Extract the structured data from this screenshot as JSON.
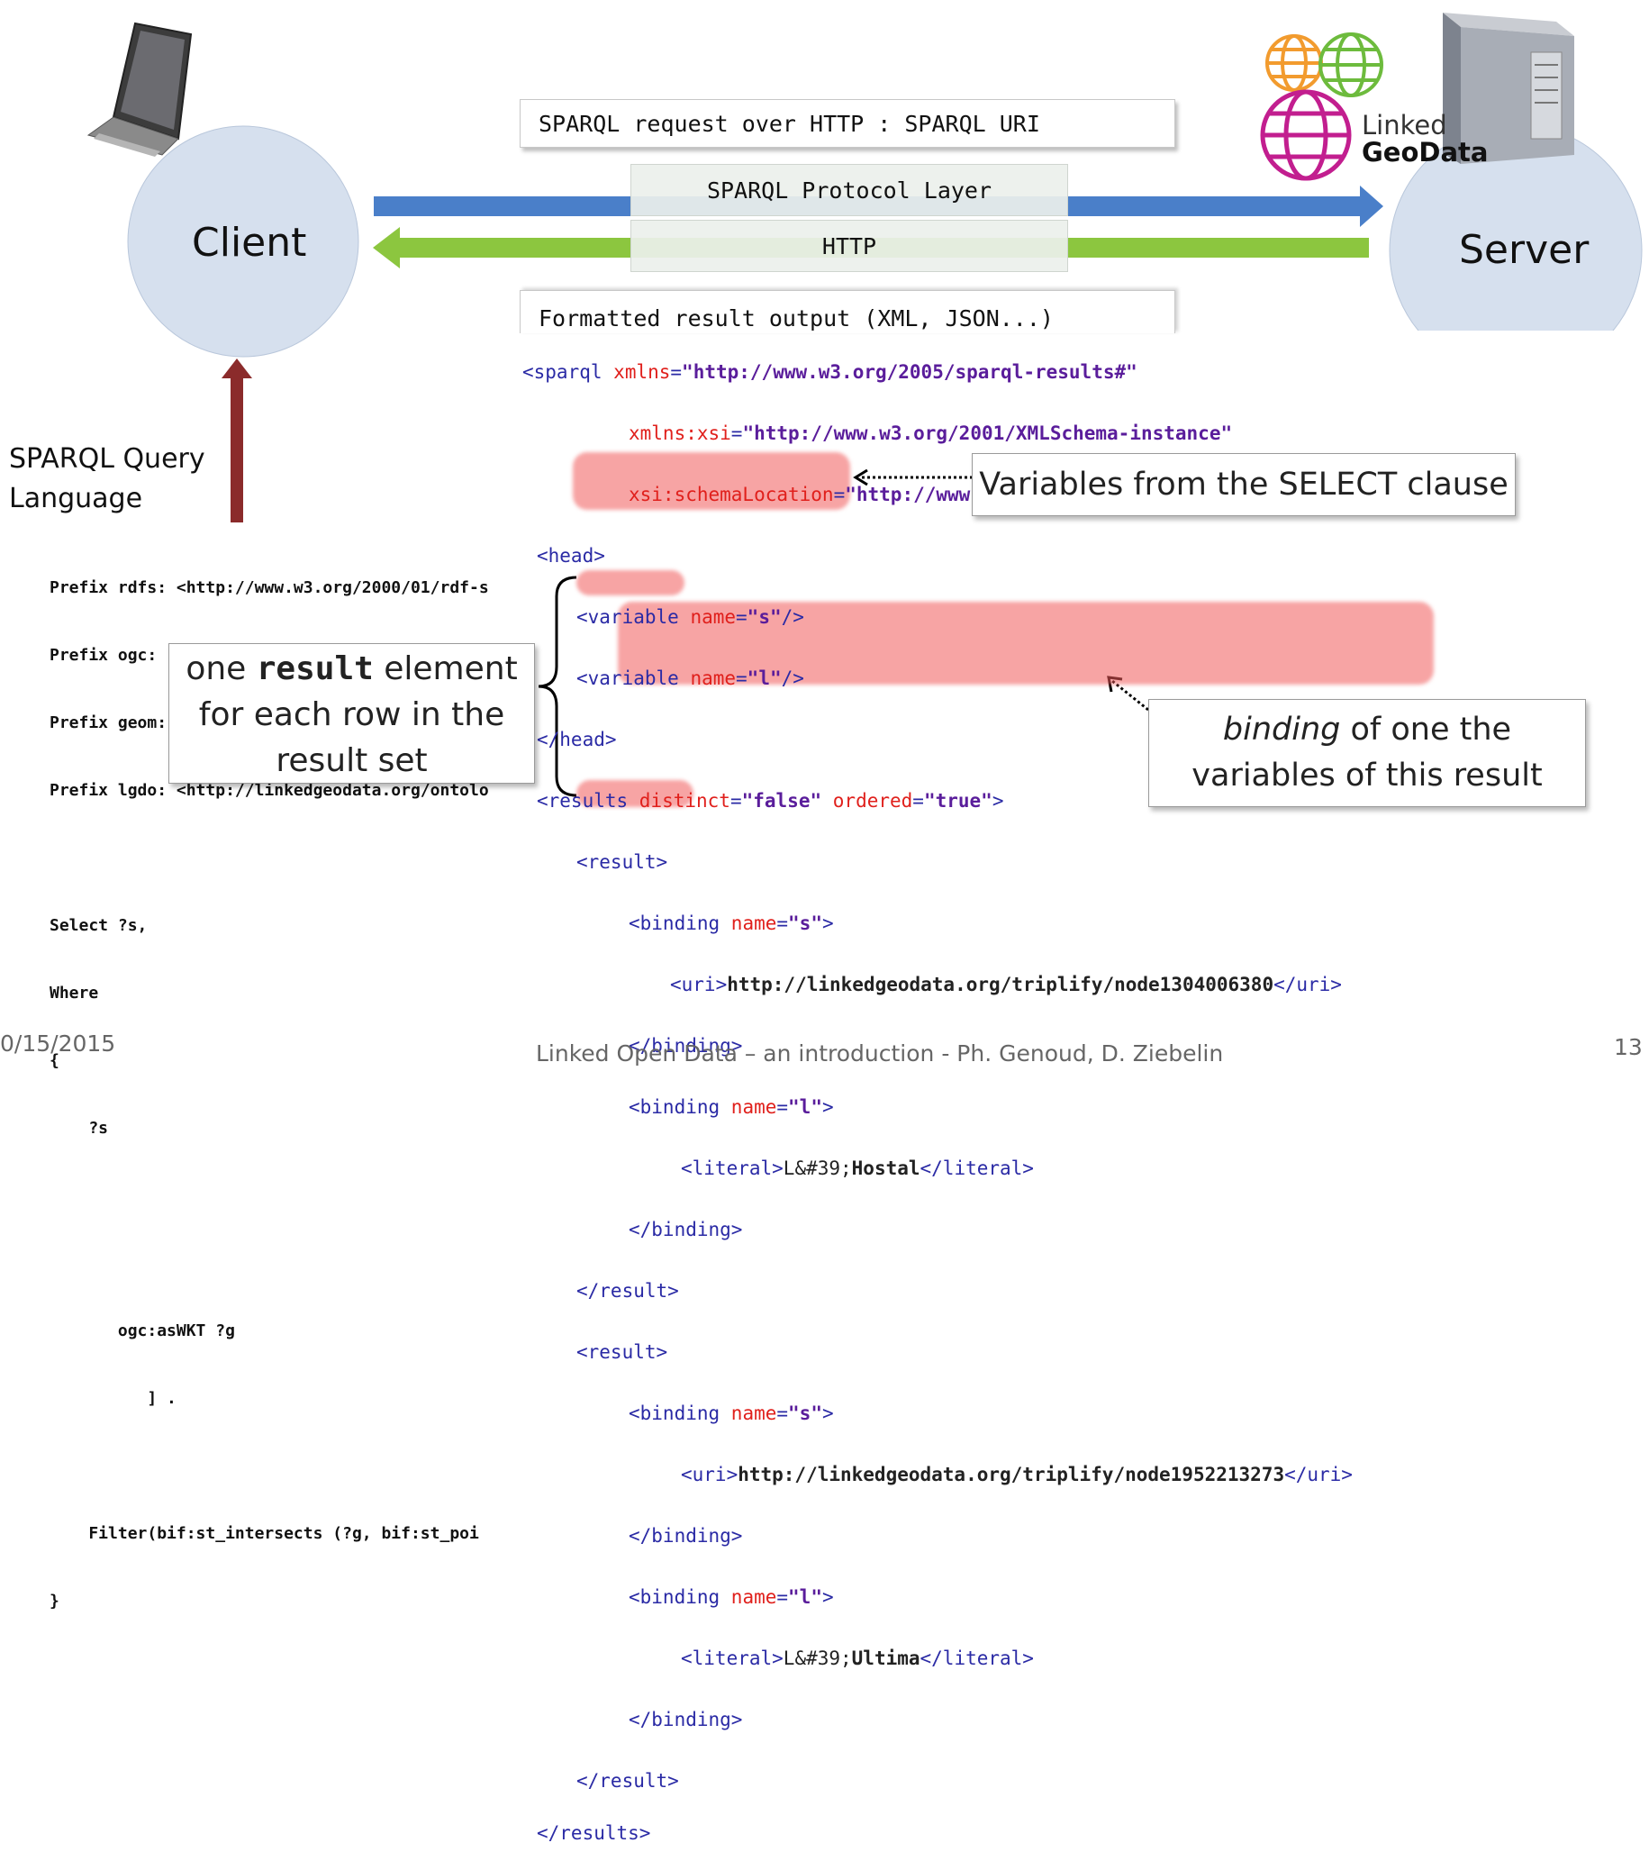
{
  "client": {
    "label": "Client"
  },
  "server": {
    "label": "Server"
  },
  "linkedgeodata_logo": {
    "line1": "Linked",
    "line2": "GeoData"
  },
  "request_box": {
    "text": "SPARQL request over HTTP : SPARQL URI"
  },
  "protocol_layer": {
    "text": "SPARQL Protocol Layer"
  },
  "http_layer": {
    "text": "HTTP"
  },
  "result_box": {
    "text": "Formatted result output (XML, JSON...)"
  },
  "query_language": {
    "line1": "SPARQL Query",
    "line2": "Language"
  },
  "query_code": [
    "Prefix rdfs: <http://www.w3.org/2000/01/rdf-s",
    "Prefix ogc:  <http://www.opengis.net/ont/geos",
    "Prefix geom: <http://geovocab.org/geometry#>",
    "Prefix lgdo: <http://linkedgeodata.org/ontolo",
    "",
    "Select ?s, ",
    "Where",
    "{",
    "    ?s    ",
    "",
    "",
    "       ogc:asWKT ?g",
    "          ] .",
    "",
    "    Filter(bif:st_intersects (?g, bif:st_poi",
    "}"
  ],
  "callout_result": {
    "line1_pre": "one ",
    "line1_code": "result",
    "line1_post": " element",
    "line2": "for each row in the",
    "line3": "result set"
  },
  "callout_variables": {
    "text": "Variables from the SELECT clause"
  },
  "callout_binding": {
    "line1_em": "binding",
    "line1_post": " of one the",
    "line2": "variables of this result"
  },
  "xml": {
    "sparql_open": "<sparql",
    "xmlns_attr": "xmlns",
    "xmlns_val": "\"http://www.w3.org/2005/sparql-results#\"",
    "xsi_attr": "xmlns:xsi",
    "xsi_val": "\"http://www.w3.org/2001/XMLSchema-instance\"",
    "schema_attr": "xsi:schemaLocation",
    "schema_val": "\"http://www.w3.org/2001/sw/DataAccess/rf1/result2.xsd\"",
    "head_open": "<head>",
    "variable_s": "\"s\"",
    "variable_l": "\"l\"",
    "head_close": "</head>",
    "results_distinct": "\"false\"",
    "results_ordered": "\"true\"",
    "uri1": "http://linkedgeodata.org/triplify/node1304006380",
    "literal1_entity": "L&#39;",
    "literal1_text": "Hostal",
    "uri2": "http://linkedgeodata.org/triplify/node1952213273",
    "literal2_entity": "L&#39;",
    "literal2_text": "Ultima"
  },
  "footer": {
    "date": "0/15/2015",
    "title": "Linked Open Data – an introduction - Ph. Genoud, D. Ziebelin",
    "page": "13"
  },
  "colors": {
    "circle_fill": "#d6e0ee",
    "arrow_blue": "#4a7fc9",
    "arrow_green": "#8cc63f",
    "arrow_red": "#8b2b2b",
    "highlight": "#f05a5a"
  }
}
